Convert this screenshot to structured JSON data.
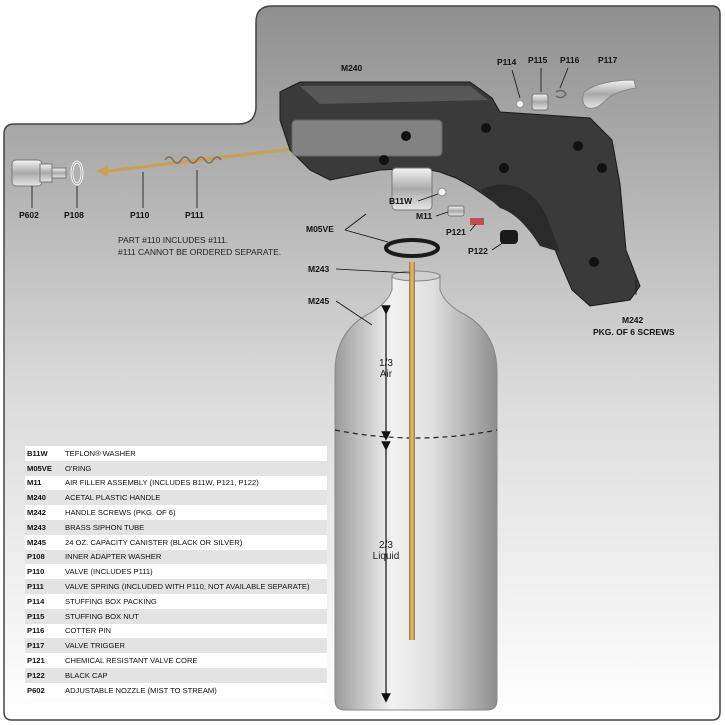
{
  "labels": {
    "m240": "M240",
    "p114": "P114",
    "p115": "P115",
    "p116": "P116",
    "p117": "P117",
    "p602": "P602",
    "p108": "P108",
    "p110": "P110",
    "p111": "P111",
    "b11w": "B11W",
    "m05ve": "M05VE",
    "m11": "M11",
    "p121": "P121",
    "p122": "P122",
    "m243": "M243",
    "m245": "M245",
    "m242": "M242",
    "m242_note": "PKG. OF 6 SCREWS"
  },
  "note": {
    "line1": "PART #110 INCLUDES #111.",
    "line2": "#111 CANNOT BE ORDERED SEPARATE."
  },
  "ratios": {
    "air_fraction": "1/3",
    "air_word": "Air",
    "liquid_fraction": "2/3",
    "liquid_word": "Liquid"
  },
  "legend": [
    {
      "code": "B11W",
      "desc": "TEFLON® WASHER"
    },
    {
      "code": "M05VE",
      "desc": "O'RING"
    },
    {
      "code": "M11",
      "desc": "AIR FILLER ASSEMBLY (INCLUDES B11W, P121, P122)"
    },
    {
      "code": "M240",
      "desc": "ACETAL PLASTIC HANDLE"
    },
    {
      "code": "M242",
      "desc": "HANDLE SCREWS (PKG. OF 6)"
    },
    {
      "code": "M243",
      "desc": "BRASS SIPHON TUBE"
    },
    {
      "code": "M245",
      "desc": "24 OZ. CAPACITY CANISTER (BLACK OR SILVER)"
    },
    {
      "code": "P108",
      "desc": "INNER ADAPTER WASHER"
    },
    {
      "code": "P110",
      "desc": "VALVE (INCLUDES P111)"
    },
    {
      "code": "P111",
      "desc": "VALVE SPRING (INCLUDED WITH P110, NOT AVAILABLE SEPARATE)"
    },
    {
      "code": "P114",
      "desc": "STUFFING BOX PACKING"
    },
    {
      "code": "P115",
      "desc": "STUFFING BOX NUT"
    },
    {
      "code": "P116",
      "desc": "COTTER PIN"
    },
    {
      "code": "P117",
      "desc": "VALVE TRIGGER"
    },
    {
      "code": "P121",
      "desc": "CHEMICAL RESISTANT VALVE CORE"
    },
    {
      "code": "P122",
      "desc": "BLACK CAP"
    },
    {
      "code": "P602",
      "desc": "ADJUSTABLE NOZZLE (MIST TO STREAM)"
    }
  ],
  "colors": {
    "panel_gradient_top": "#8a8a8a",
    "panel_gradient_bottom": "#ffffff",
    "handle": "#3a3a3a",
    "brass": "#c9a14f",
    "canister": "#d9d9d9"
  }
}
